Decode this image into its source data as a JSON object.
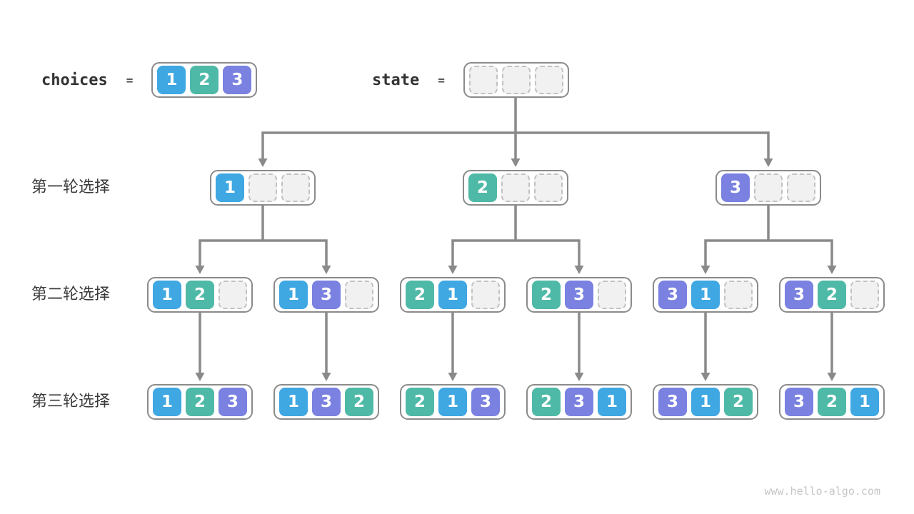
{
  "page": {
    "watermark": "www.hello-algo.com"
  },
  "palette": {
    "1": "#3fa7e2",
    "2": "#4fb9a7",
    "3": "#7a81e0",
    "line": "#8a8a8a"
  },
  "header": {
    "choices": {
      "label": "choices",
      "equals": "=",
      "cells": [
        1,
        2,
        3
      ]
    },
    "state": {
      "label": "state",
      "equals": "=",
      "cells": [
        null,
        null,
        null
      ]
    }
  },
  "rows": [
    {
      "label": "第一轮选择",
      "nodes": [
        [
          1,
          null,
          null
        ],
        [
          2,
          null,
          null
        ],
        [
          3,
          null,
          null
        ]
      ]
    },
    {
      "label": "第二轮选择",
      "nodes": [
        [
          1,
          2,
          null
        ],
        [
          1,
          3,
          null
        ],
        [
          2,
          1,
          null
        ],
        [
          2,
          3,
          null
        ],
        [
          3,
          1,
          null
        ],
        [
          3,
          2,
          null
        ]
      ]
    },
    {
      "label": "第三轮选择",
      "nodes": [
        [
          1,
          2,
          3
        ],
        [
          1,
          3,
          2
        ],
        [
          2,
          1,
          3
        ],
        [
          2,
          3,
          1
        ],
        [
          3,
          1,
          2
        ],
        [
          3,
          2,
          1
        ]
      ]
    }
  ]
}
